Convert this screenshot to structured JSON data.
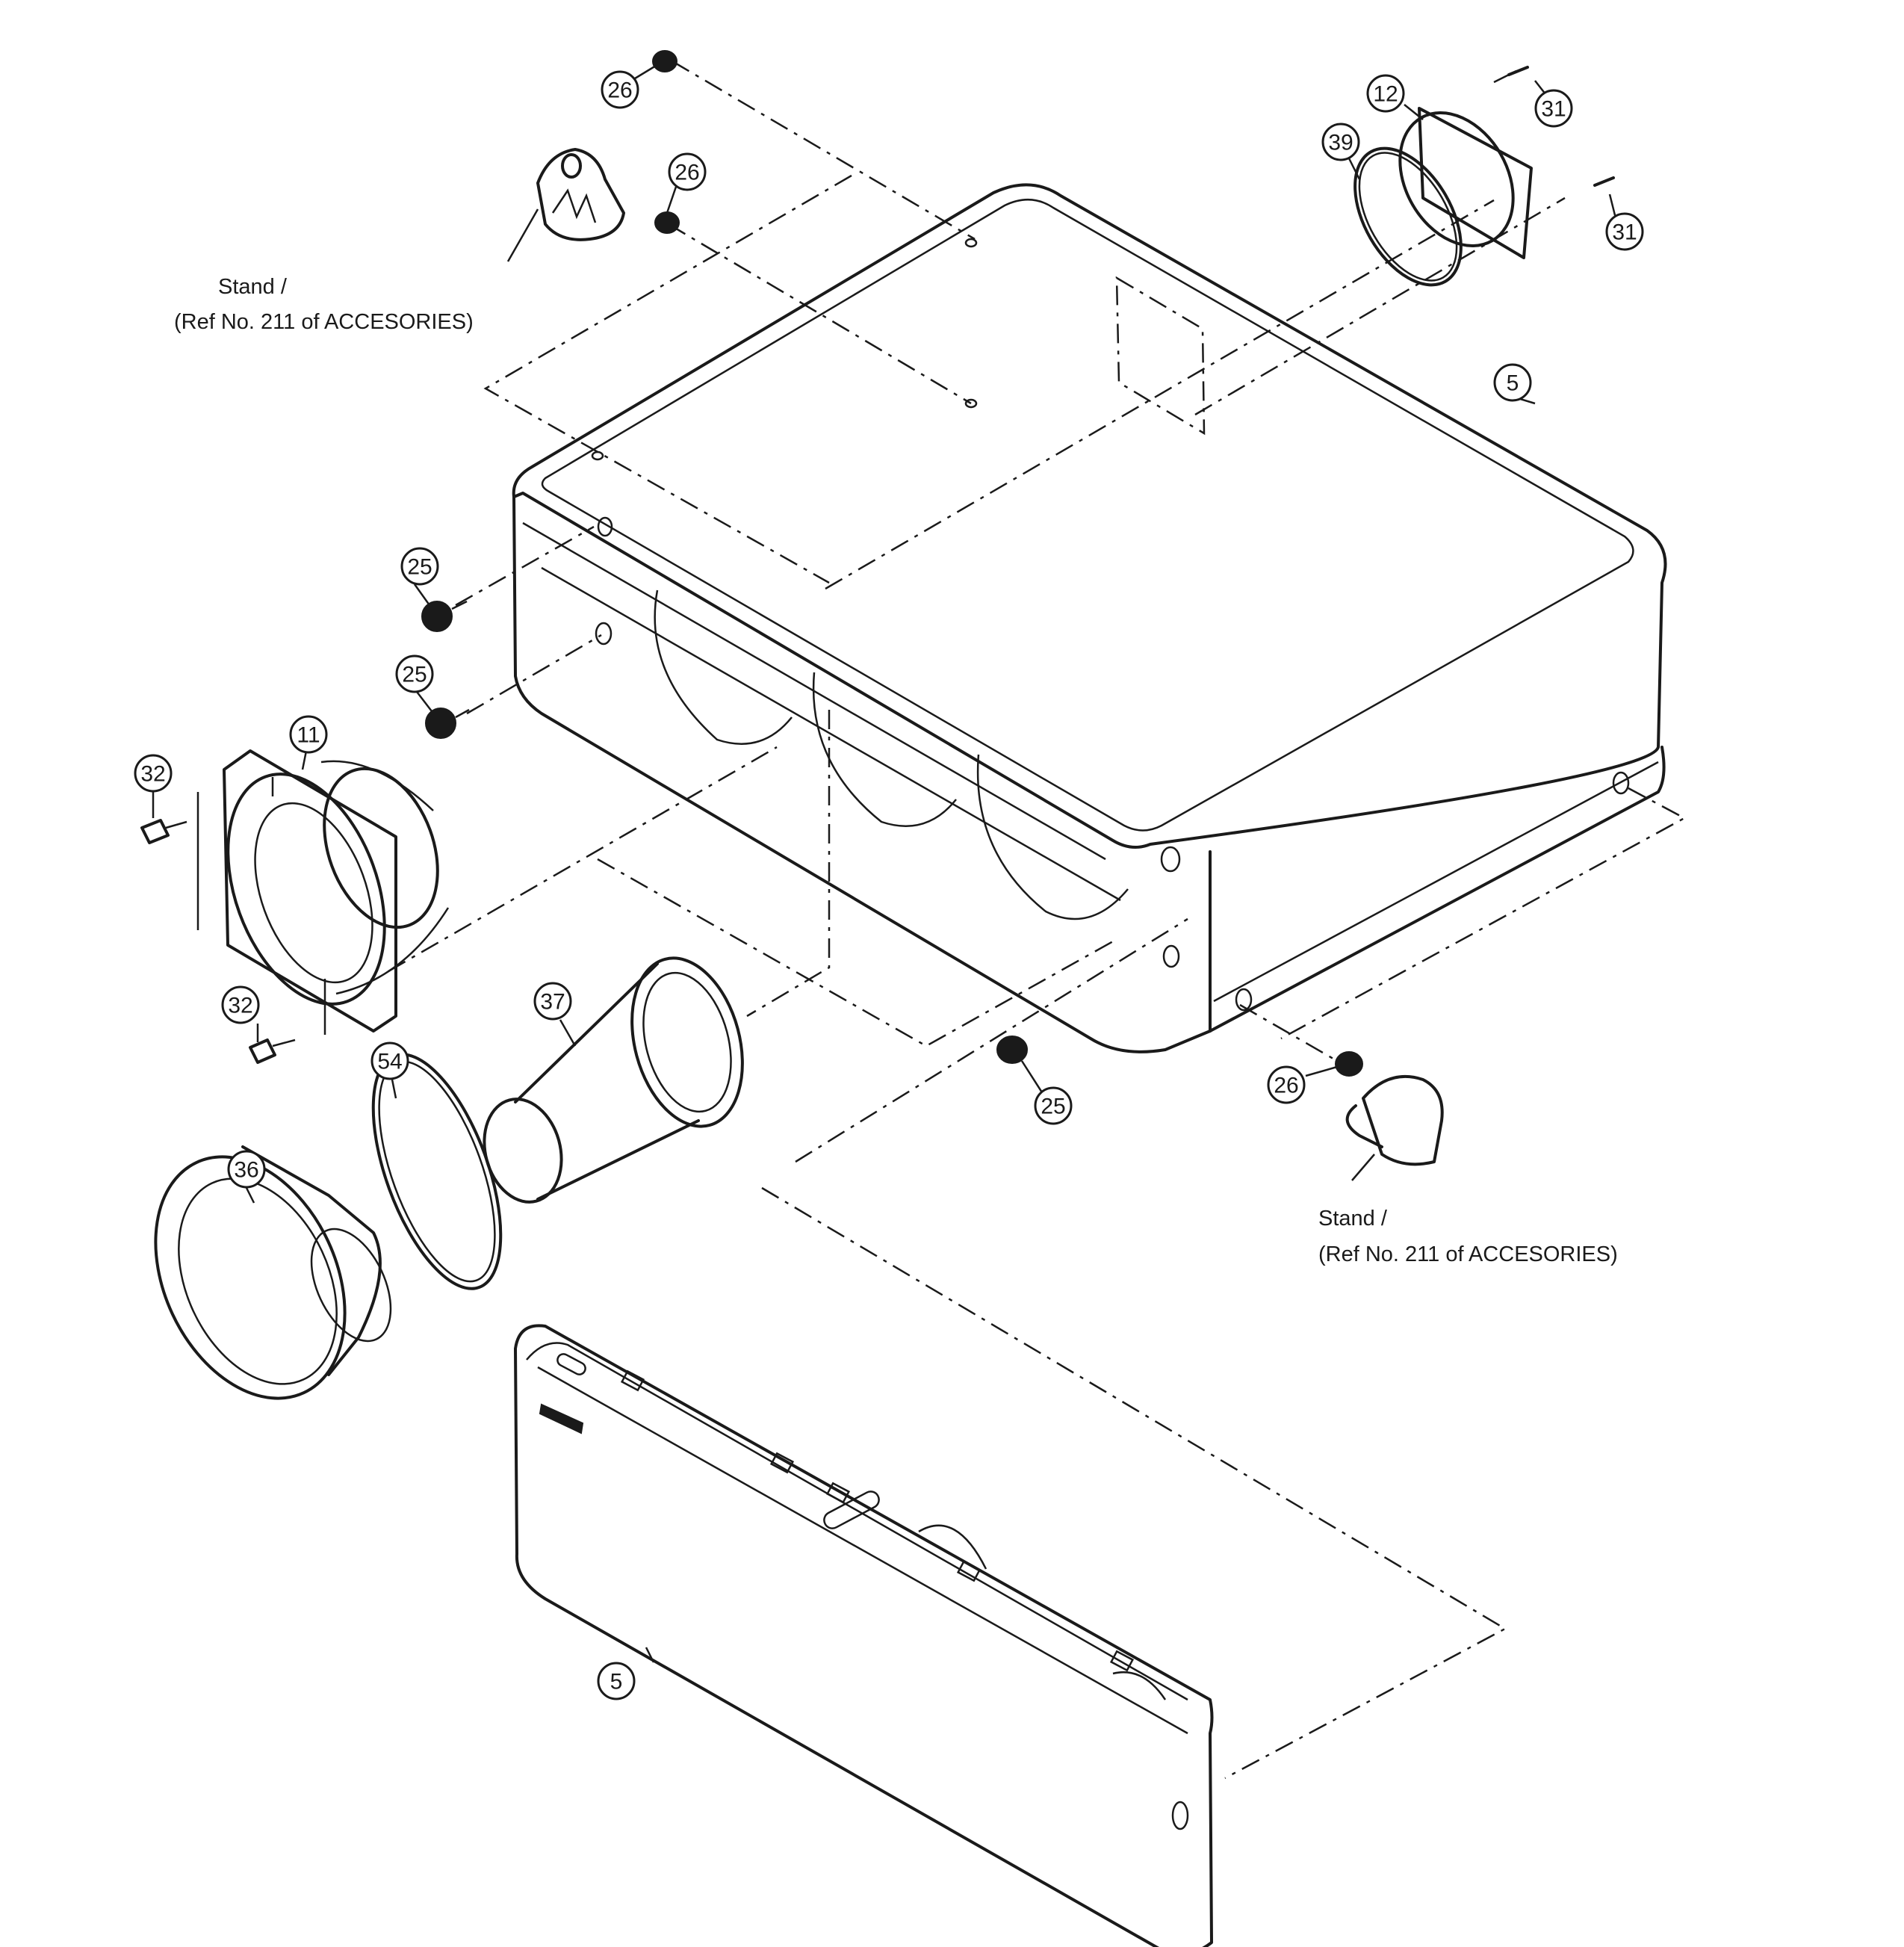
{
  "callouts": [
    {
      "id": "c-26-top",
      "label": "26"
    },
    {
      "id": "c-26-mid",
      "label": "26"
    },
    {
      "id": "c-12",
      "label": "12"
    },
    {
      "id": "c-31-top",
      "label": "31"
    },
    {
      "id": "c-39",
      "label": "39"
    },
    {
      "id": "c-31-bot",
      "label": "31"
    },
    {
      "id": "c-5-top",
      "label": "5"
    },
    {
      "id": "c-25-a",
      "label": "25"
    },
    {
      "id": "c-25-b",
      "label": "25"
    },
    {
      "id": "c-11",
      "label": "11"
    },
    {
      "id": "c-32-top",
      "label": "32"
    },
    {
      "id": "c-37",
      "label": "37"
    },
    {
      "id": "c-32-bot",
      "label": "32"
    },
    {
      "id": "c-54",
      "label": "54"
    },
    {
      "id": "c-25-c",
      "label": "25"
    },
    {
      "id": "c-26-bot",
      "label": "26"
    },
    {
      "id": "c-36",
      "label": "36"
    },
    {
      "id": "c-5-bot",
      "label": "5"
    }
  ],
  "notes": {
    "stand_top_line1": "Stand /",
    "stand_top_line2": "(Ref No. 211 of ACCESORIES)",
    "stand_bot_line1": "Stand /",
    "stand_bot_line2": "(Ref No. 211 of ACCESORIES)"
  },
  "colors": {
    "ink": "#1a1a1a",
    "paper": "#ffffff"
  }
}
